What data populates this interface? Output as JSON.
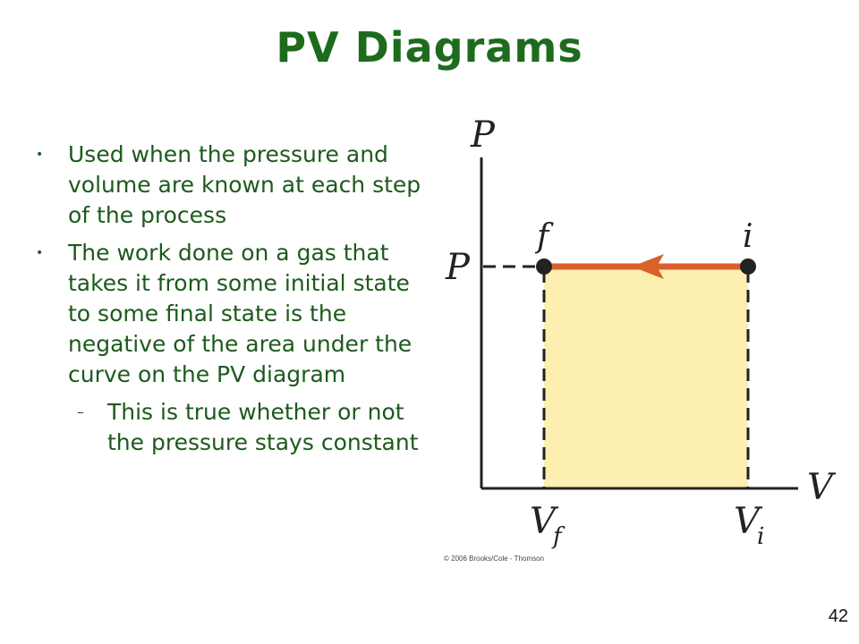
{
  "slide": {
    "title": "PV Diagrams",
    "bullets": [
      "Used when the pressure and volume are known at each step of the process",
      "The work done on a gas that takes it from some initial state to some final state is the negative of the area under the curve on the PV diagram"
    ],
    "sub_bullet": "This is true whether or not the pressure stays constant",
    "page_number": "42"
  },
  "diagram": {
    "y_axis_label": "P",
    "x_axis_label": "V",
    "pressure_tick_label": "P",
    "initial_point_label": "i",
    "final_point_label": "f",
    "vf_label": "V",
    "vf_subscript": "f",
    "vi_label": "V",
    "vi_subscript": "i",
    "copyright": "© 2006 Brooks/Cole - Thomson",
    "colors": {
      "area_fill": "#fdefb0",
      "process_line": "#d9622b",
      "axis": "#222222",
      "points": "#222222"
    }
  }
}
